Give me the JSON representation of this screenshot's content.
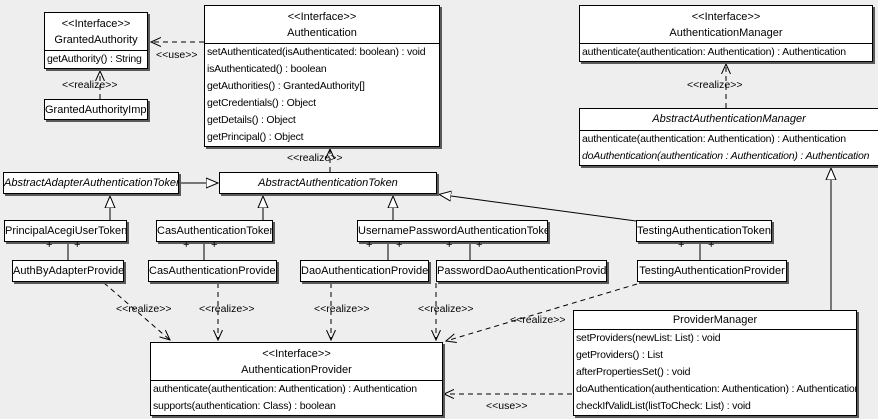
{
  "colors": {
    "background": "#eeeeee",
    "box_fill": "#ffffff",
    "box_border": "#000000",
    "box_shadow": "#5a5a5a",
    "line": "#000000"
  },
  "symbols": {
    "plus": "+"
  },
  "classes": {
    "granted_authority": {
      "stereotype": "<<Interface>>",
      "name": "GrantedAuthority",
      "methods": [
        "getAuthority() : String"
      ]
    },
    "granted_authority_impl": {
      "name": "GrantedAuthorityImpl"
    },
    "authentication": {
      "stereotype": "<<Interface>>",
      "name": "Authentication",
      "methods": [
        "setAuthenticated(isAuthenticated: boolean) : void",
        "isAuthenticated() : boolean",
        "getAuthorities() : GrantedAuthority[]",
        "getCredentials() : Object",
        "getDetails() : Object",
        "getPrincipal() : Object"
      ]
    },
    "authentication_manager": {
      "stereotype": "<<Interface>>",
      "name": "AuthenticationManager",
      "methods": [
        "authenticate(authentication: Authentication) : Authentication"
      ]
    },
    "abstract_authentication_manager": {
      "name": "AbstractAuthenticationManager",
      "methods": [
        "authenticate(authentication: Authentication) : Authentication",
        "doAuthentication(authentication : Authentication) : Authentication"
      ]
    },
    "abstract_adapter_authentication_token": {
      "name": "AbstractAdapterAuthenticationToken"
    },
    "abstract_authentication_token": {
      "name": "AbstractAuthenticationToken"
    },
    "principal_acegi_user_token": {
      "name": "PrincipalAcegiUserToken"
    },
    "cas_authentication_token": {
      "name": "CasAuthenticationToken"
    },
    "username_password_authentication_token": {
      "name": "UsernamePasswordAuthenticationToken"
    },
    "testing_authentication_token": {
      "name": "TestingAuthenticationToken"
    },
    "auth_by_adapter_provider": {
      "name": "AuthByAdapterProvider"
    },
    "cas_authentication_provider": {
      "name": "CasAuthenticationProvider"
    },
    "dao_authentication_provider": {
      "name": "DaoAuthenticationProvider"
    },
    "password_dao_authentication_provider": {
      "name": "PasswordDaoAuthenticationProvider"
    },
    "testing_authentication_provider": {
      "name": "TestingAuthenticationProvider"
    },
    "authentication_provider": {
      "stereotype": "<<Interface>>",
      "name": "AuthenticationProvider",
      "methods": [
        "authenticate(authentication: Authentication) : Authentication",
        "supports(authentication: Class) : boolean"
      ]
    },
    "provider_manager": {
      "name": "ProviderManager",
      "methods": [
        "setProviders(newList: List) : void",
        "getProviders() : List",
        "afterPropertiesSet() : void",
        "doAuthentication(authentication: Authentication) : Authentication",
        "checkIfValidList(listToCheck: List) : void"
      ]
    }
  },
  "edge_labels": {
    "use_granted": "<<use>>",
    "realize_granted_impl": "<<realize>>",
    "realize_abstract_manager": "<<realize>>",
    "realize_abstract_token": "<<realize>>",
    "realize_auth_by_adapter": "<<realize>>",
    "realize_cas": "<<realize>>",
    "realize_dao": "<<realize>>",
    "realize_password_dao": "<<realize>>",
    "realize_testing": "<<realize>>",
    "use_provider_manager": "<<use>>"
  }
}
